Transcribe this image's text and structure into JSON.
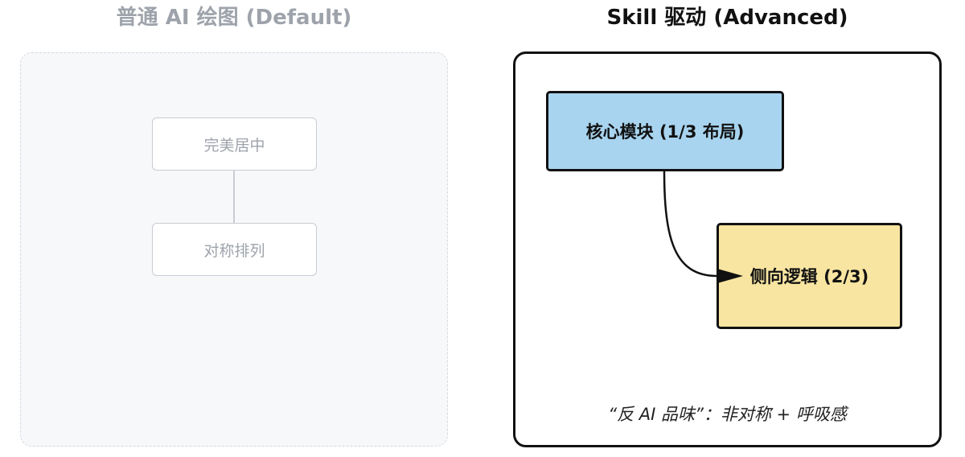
{
  "left_panel": {
    "title": "普通 AI 绘图 (Default)",
    "box_top_label": "完美居中",
    "box_bottom_label": "对称排列"
  },
  "right_panel": {
    "title": "Skill 驱动 (Advanced)",
    "box_core_label": "核心模块 (1/3 布局)",
    "box_side_label": "侧向逻辑 (2/3)",
    "caption": "“反 AI 品味”：非对称 + 呼吸感"
  },
  "colors": {
    "muted_gray": "#9ea3ab",
    "panel_bg": "#f7f8fa",
    "core_blue": "#a8d4ef",
    "side_yellow": "#f8e5a1",
    "ink": "#111111"
  }
}
